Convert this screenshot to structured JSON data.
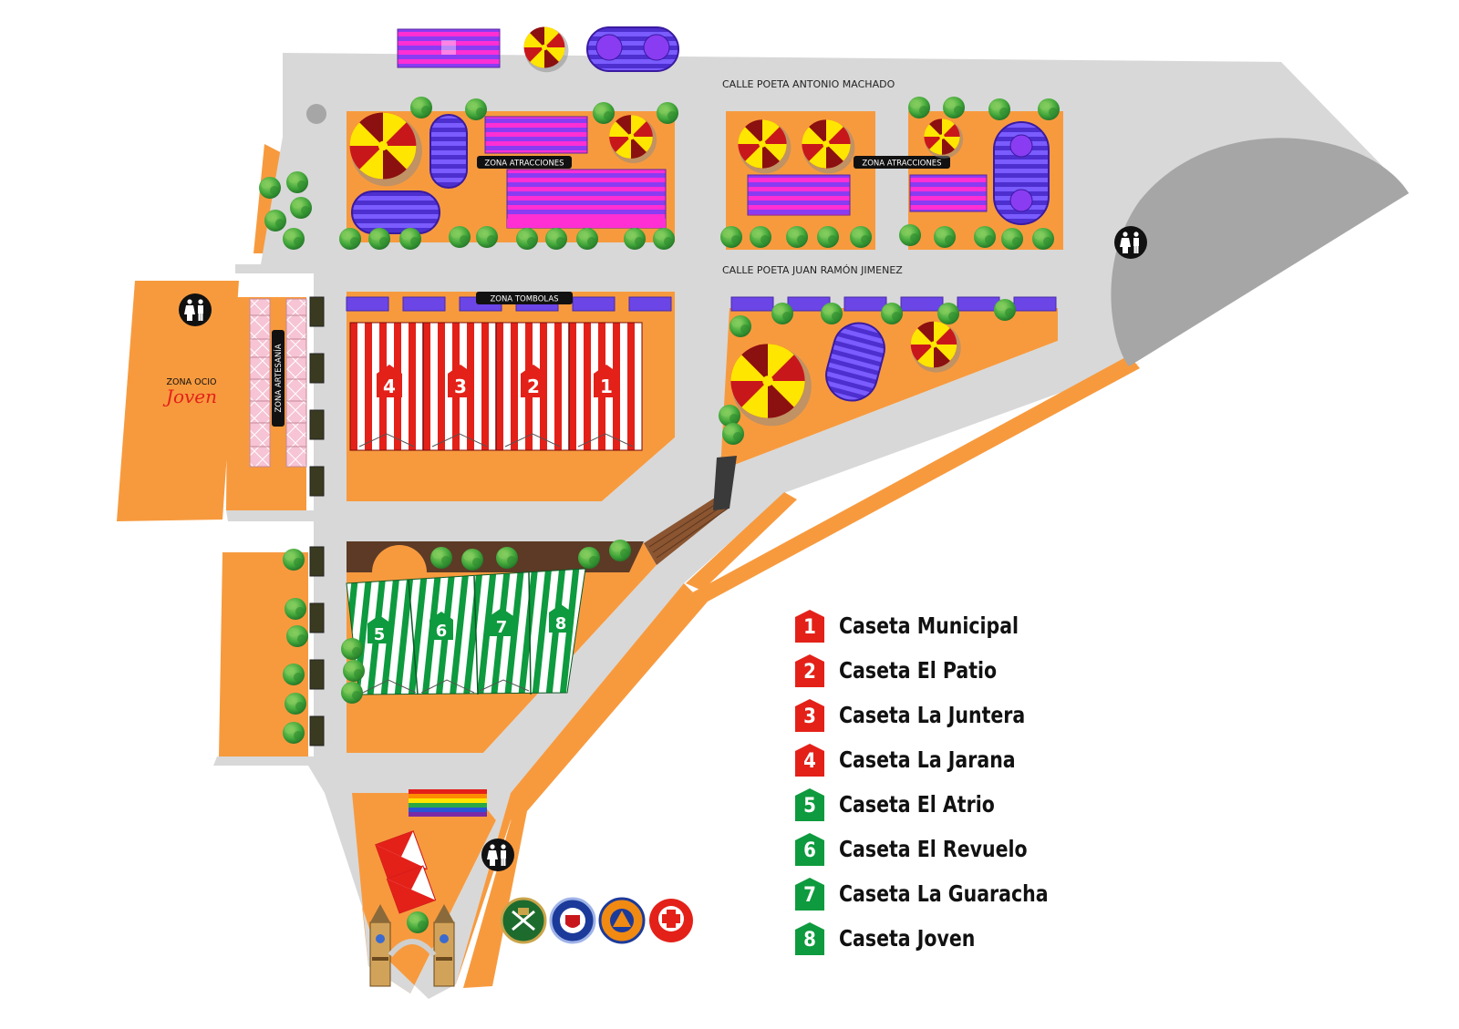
{
  "map": {
    "streets": {
      "top": "CALLE POETA ANTONIO  MACHADO",
      "middle": "CALLE POETA JUAN RAMÓN JIMENEZ"
    },
    "zones": {
      "atracciones_left": "ZONA ATRACCIONES",
      "atracciones_right": "ZONA ATRACCIONES",
      "tombolas": "ZONA TOMBOLAS",
      "artesania": "ZONA ARTESANÍA",
      "ocio": "ZONA OCIO",
      "ocio_script": "Joven"
    },
    "caseta_numbers": {
      "red": [
        "4",
        "3",
        "2",
        "1"
      ],
      "green": [
        "5",
        "6",
        "7",
        "8"
      ]
    },
    "icons": [
      "restroom-icon",
      "guardia-civil-badge",
      "policia-local-badge",
      "proteccion-civil-badge",
      "cruz-roja-badge",
      "rainbow-flag",
      "entrance-gate"
    ],
    "colors": {
      "ground": "#f79a3e",
      "road": "#d8d8d8",
      "grey_area": "#a6a6a6",
      "caseta_red": "#e32119",
      "caseta_green": "#0e9a3e",
      "attraction_purple": "#8a3cf2",
      "tree": "#3aa83a"
    }
  },
  "legend": [
    {
      "num": "1",
      "color": "#e32119",
      "label": "Caseta Municipal"
    },
    {
      "num": "2",
      "color": "#e32119",
      "label": "Caseta El Patio"
    },
    {
      "num": "3",
      "color": "#e32119",
      "label": "Caseta La Juntera"
    },
    {
      "num": "4",
      "color": "#e32119",
      "label": "Caseta La Jarana"
    },
    {
      "num": "5",
      "color": "#0e9a3e",
      "label": "Caseta El Atrio"
    },
    {
      "num": "6",
      "color": "#0e9a3e",
      "label": "Caseta El Revuelo"
    },
    {
      "num": "7",
      "color": "#0e9a3e",
      "label": "Caseta La Guaracha"
    },
    {
      "num": "8",
      "color": "#0e9a3e",
      "label": "Caseta Joven"
    }
  ]
}
